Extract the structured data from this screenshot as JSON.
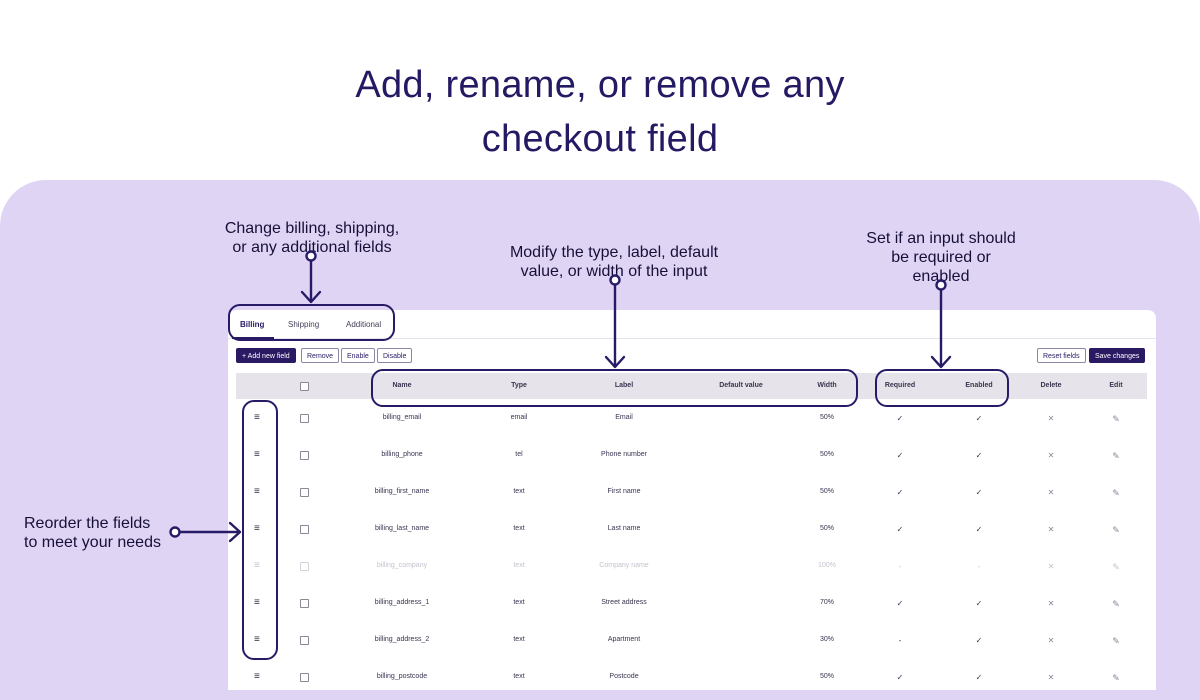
{
  "headline": {
    "line1": "Add, rename, or remove any",
    "line2": "checkout field"
  },
  "annotations": {
    "tabs": {
      "line1": "Change billing, shipping,",
      "line2": "or any additional fields"
    },
    "columns": {
      "line1": "Modify the type, label, default",
      "line2": "value, or width of the input"
    },
    "required": {
      "line1": "Set if an input should",
      "line2": "be required or",
      "line3": "enabled"
    },
    "reorder": {
      "line1": "Reorder the fields",
      "line2": "to meet your needs"
    }
  },
  "tabs": [
    {
      "label": "Billing",
      "active": true
    },
    {
      "label": "Shipping",
      "active": false
    },
    {
      "label": "Additional",
      "active": false
    }
  ],
  "toolbar": {
    "add": "+ Add new field",
    "remove": "Remove",
    "enable": "Enable",
    "disable": "Disable",
    "reset": "Reset fields",
    "save": "Save changes"
  },
  "columns": {
    "name": "Name",
    "type": "Type",
    "label": "Label",
    "default": "Default value",
    "width": "Width",
    "required": "Required",
    "enabled": "Enabled",
    "delete": "Delete",
    "edit": "Edit"
  },
  "rows": [
    {
      "name": "billing_email",
      "type": "email",
      "label": "Email",
      "default": "",
      "width": "50%",
      "required": "✓",
      "enabled": "✓"
    },
    {
      "name": "billing_phone",
      "type": "tel",
      "label": "Phone number",
      "default": "",
      "width": "50%",
      "required": "✓",
      "enabled": "✓"
    },
    {
      "name": "billing_first_name",
      "type": "text",
      "label": "First name",
      "default": "",
      "width": "50%",
      "required": "✓",
      "enabled": "✓"
    },
    {
      "name": "billing_last_name",
      "type": "text",
      "label": "Last name",
      "default": "",
      "width": "50%",
      "required": "✓",
      "enabled": "✓"
    },
    {
      "name": "billing_company",
      "type": "text",
      "label": "Company name",
      "default": "",
      "width": "100%",
      "required": "-",
      "enabled": "-",
      "disabled": true
    },
    {
      "name": "billing_address_1",
      "type": "text",
      "label": "Street address",
      "default": "",
      "width": "70%",
      "required": "✓",
      "enabled": "✓"
    },
    {
      "name": "billing_address_2",
      "type": "text",
      "label": "Apartment",
      "default": "",
      "width": "30%",
      "required": "-",
      "enabled": "✓"
    },
    {
      "name": "billing_postcode",
      "type": "text",
      "label": "Postcode",
      "default": "",
      "width": "50%",
      "required": "✓",
      "enabled": "✓"
    }
  ],
  "icons": {
    "handle": "drag-handle-icon",
    "delete": "x-icon",
    "edit": "pencil-icon",
    "check": "check-icon"
  },
  "colors": {
    "accent": "#2a1a63",
    "background_panel": "#e0d4f5",
    "outline": "#271a66"
  }
}
